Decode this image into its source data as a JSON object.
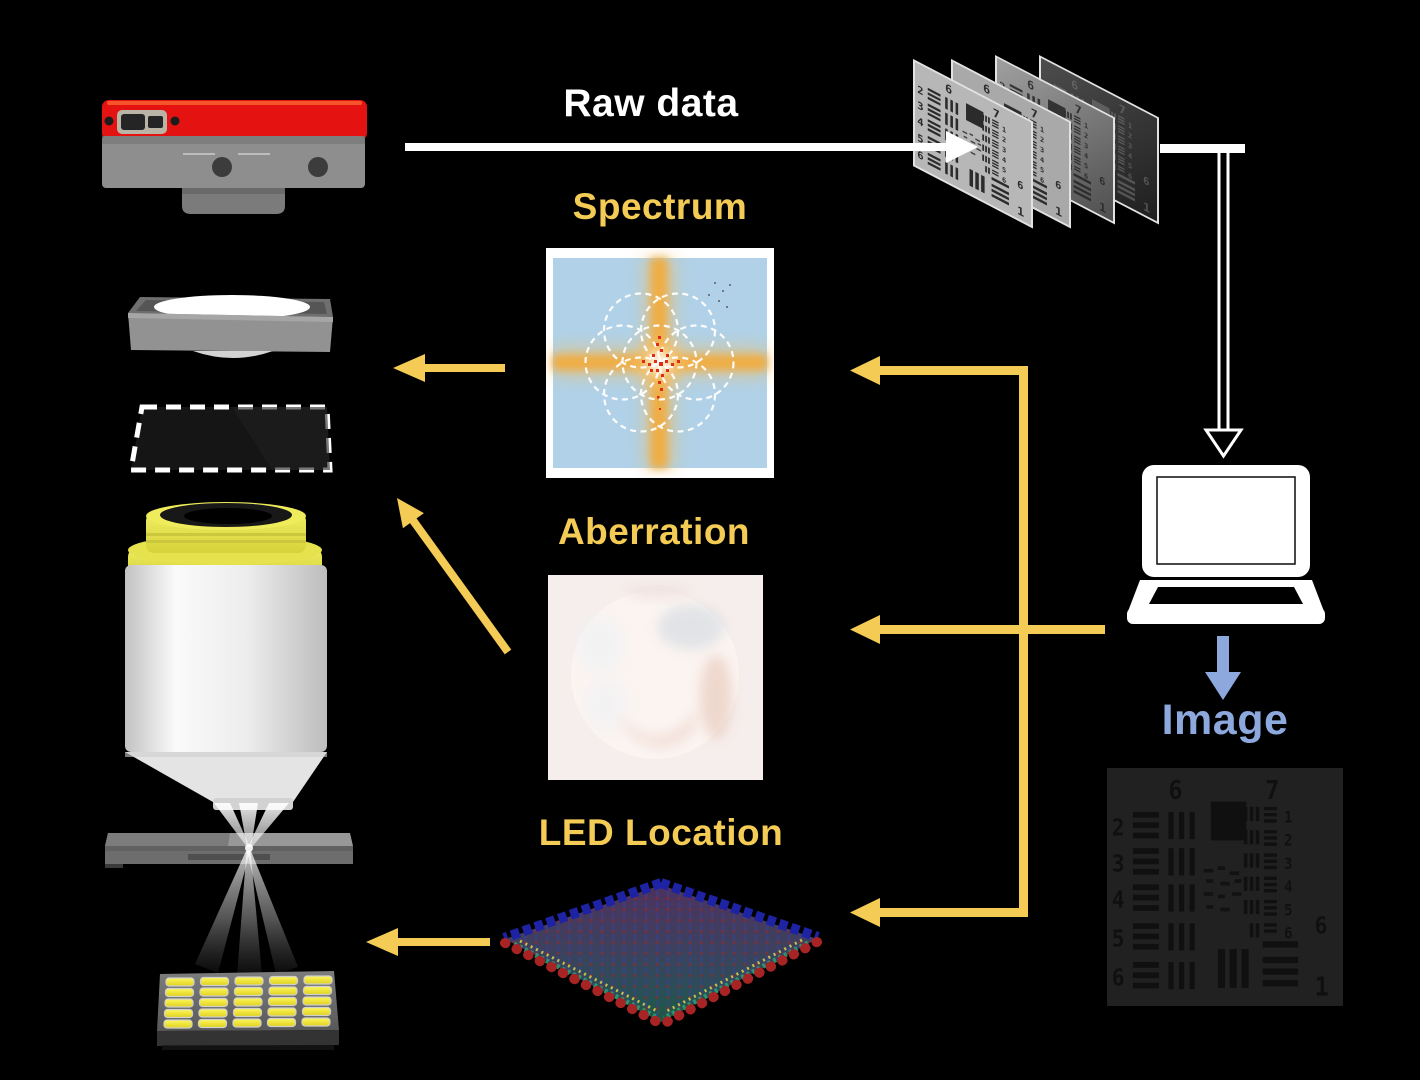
{
  "labels": {
    "raw_data": "Raw data",
    "spectrum": "Spectrum",
    "aberration": "Aberration",
    "led_location": "LED Location",
    "image": "Image"
  },
  "colors": {
    "background": "#000000",
    "accent_yellow": "#F3CB55",
    "arrow_white": "#FFFFFF",
    "image_blue": "#8CA8DC",
    "camera_red": "#E51212",
    "objective_yellow": "#E6E24E",
    "led_yellow": "#F2E838"
  },
  "components": {
    "camera": "usb-camera",
    "tube_lens": "tube-lens",
    "sample_plane": "dashed-sample-plane",
    "objective": "objective-lens",
    "slide": "specimen-slide",
    "led_array": "led-array-board",
    "raw_stack": "raw-data-image-stack",
    "laptop": "laptop-computer",
    "spectrum_map": "spectrum-map",
    "aberration_map": "aberration-map",
    "led_location_map": "led-location-map",
    "output_image": "reconstructed-target-image"
  }
}
